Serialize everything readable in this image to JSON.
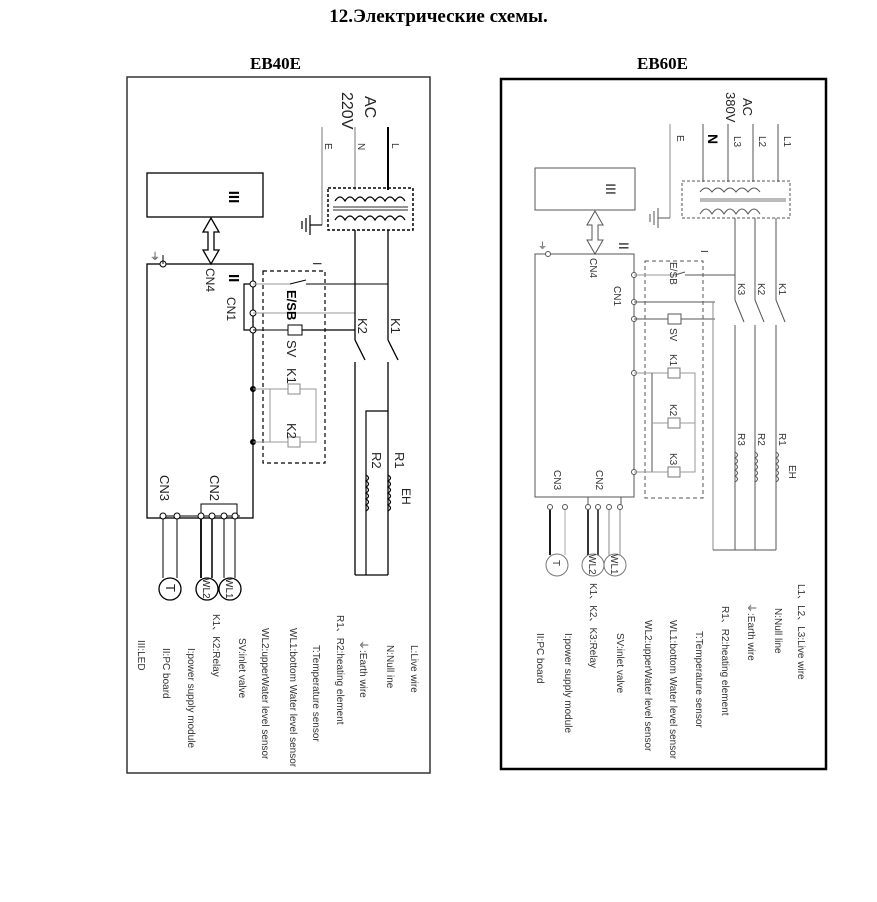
{
  "page": {
    "title": "12.Электрические схемы."
  },
  "diagrams": [
    {
      "model": "EB40E",
      "supply": {
        "type": "AC",
        "voltage": "220V"
      },
      "lines": [
        "E",
        "N",
        "L"
      ],
      "blocks": {
        "led": "III",
        "pc_board": "II",
        "power_supply": "I"
      },
      "connectors": [
        "CN4",
        "CN1",
        "CN3",
        "CN2"
      ],
      "switch": "E/SB",
      "valve": "SV",
      "relays": [
        "K1",
        "K2"
      ],
      "heaters": [
        "R1",
        "R2"
      ],
      "heater_group": "EH",
      "sensors": [
        "T",
        "WL2",
        "WL1"
      ],
      "legend": [
        "L:Live wire",
        "N:Null ine",
        "⏚:Earth wire",
        "R1、R2:heating element",
        "T:Temperature sensor",
        "WL1:bottom Water level sensor",
        "WL2:upperWater level sensor",
        "SV:inlet valve",
        "K1、K2:Relay",
        "I:power supply module",
        "II:PC board",
        "III:LED"
      ]
    },
    {
      "model": "EB60E",
      "supply": {
        "type": "AC",
        "voltage": "380V"
      },
      "lines": [
        "E",
        "N",
        "L3",
        "L2",
        "L1"
      ],
      "blocks": {
        "led": "III",
        "pc_board": "II",
        "power_supply": "I"
      },
      "connectors": [
        "CN4",
        "CN1",
        "CN3",
        "CN2"
      ],
      "switch": "E/SB",
      "valve": "SV",
      "relays": [
        "K1",
        "K2",
        "K3"
      ],
      "heaters": [
        "R1",
        "R2",
        "R3"
      ],
      "heater_group": "EH",
      "sensors": [
        "T",
        "WL2",
        "WL1"
      ],
      "legend": [
        "L1、L2、L3:Live wire",
        "N:Null line",
        "⏚:Earth wire",
        "R1、R2:heating element",
        "T:Temperature sensor",
        "WL1:bottom Water level sensor",
        "WL2:upperWater level sensor",
        "SV:inlet valve",
        "K1、K2、K3:Relay",
        "I:power supply module",
        "II:PC board"
      ]
    }
  ]
}
